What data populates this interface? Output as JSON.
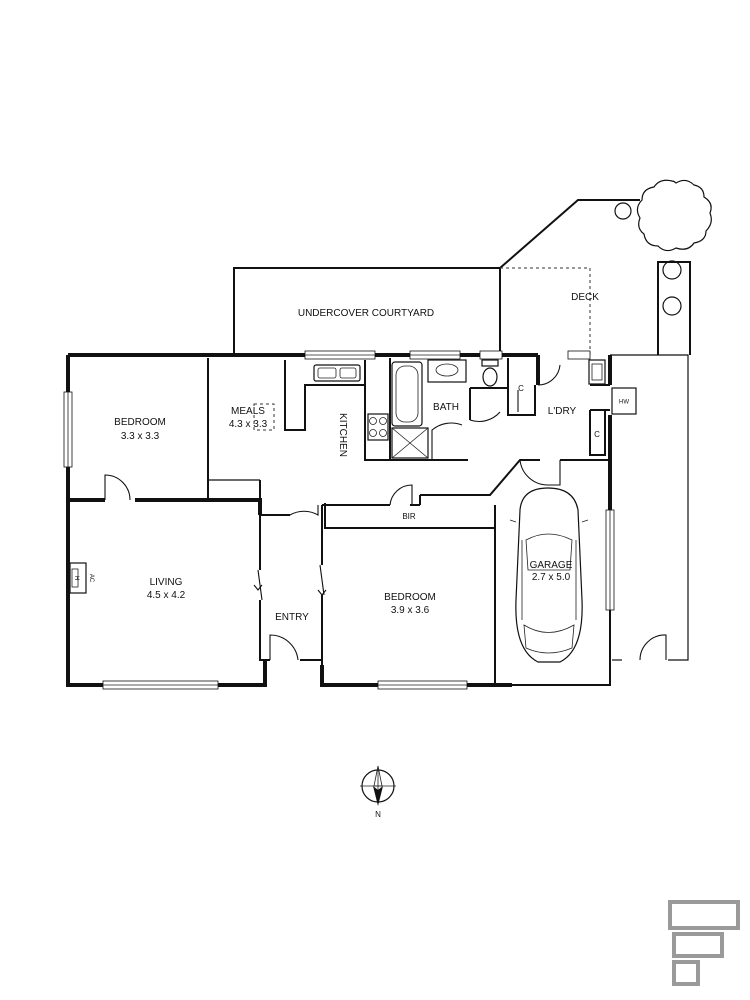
{
  "rooms": {
    "undercover_courtyard": {
      "name": "UNDERCOVER COURTYARD"
    },
    "deck": {
      "name": "DECK"
    },
    "bedroom_1": {
      "name": "BEDROOM",
      "size": "3.3 x 3.3"
    },
    "meals": {
      "name": "MEALS",
      "size": "4.3 x 3.3"
    },
    "kitchen": {
      "name": "KITCHEN"
    },
    "bath": {
      "name": "BATH"
    },
    "laundry": {
      "name": "L'DRY"
    },
    "living": {
      "name": "LIVING",
      "size": "4.5 x 4.2"
    },
    "entry": {
      "name": "ENTRY"
    },
    "bir": {
      "name": "BIR"
    },
    "bedroom_2": {
      "name": "BEDROOM",
      "size": "3.9 x 3.6"
    },
    "garage": {
      "name": "GARAGE",
      "size": "2.7 x 5.0"
    }
  },
  "fixtures": {
    "cupboard_laundry": "C",
    "cupboard_hall": "C",
    "hot_water": "HW",
    "heater": "H",
    "air_conditioner": "AC"
  },
  "compass": {
    "label": "N"
  },
  "logo": {
    "description": "three stacked outlined rectangles, grey"
  }
}
